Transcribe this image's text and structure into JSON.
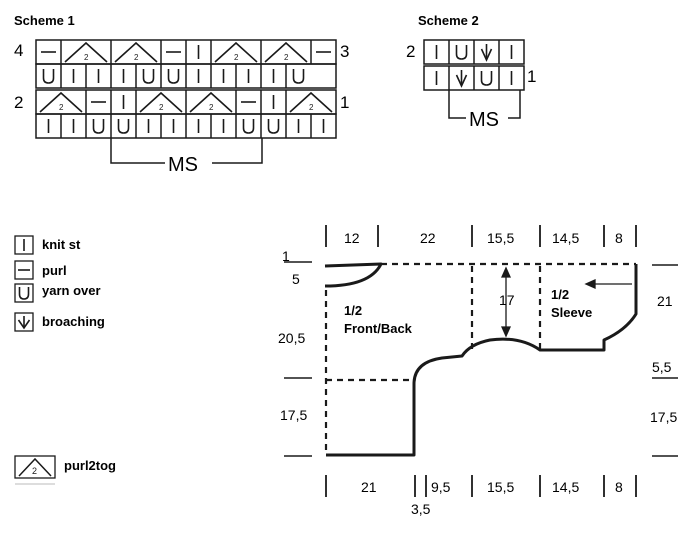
{
  "scheme1": {
    "title": "Scheme 1",
    "row_numbers": [
      "4",
      "3",
      "2",
      "1"
    ],
    "ms_label": "MS",
    "rows": [
      [
        "purl",
        "p2t",
        "p2t",
        "purl",
        "knit",
        "p2t",
        "p2t",
        "purl"
      ],
      [
        "yo",
        "knit",
        "knit",
        "knit",
        "yo",
        "yo",
        "knit",
        "knit",
        "knit",
        "knit",
        "yo"
      ],
      [
        "p2t",
        "purl",
        "knit",
        "p2t",
        "p2t",
        "purl",
        "knit",
        "p2t"
      ],
      [
        "knit",
        "knit",
        "yo",
        "yo",
        "knit",
        "knit",
        "knit",
        "knit",
        "yo",
        "yo",
        "knit",
        "knit"
      ]
    ]
  },
  "scheme2": {
    "title": "Scheme 2",
    "row_numbers": [
      "2",
      "1"
    ],
    "ms_label": "MS",
    "rows": [
      [
        "knit",
        "yo",
        "broach",
        "knit"
      ],
      [
        "knit",
        "broach",
        "yo",
        "knit"
      ]
    ]
  },
  "legend": [
    {
      "icon": "knit",
      "label": "knit st"
    },
    {
      "icon": "purl",
      "label": "purl"
    },
    {
      "icon": "yo",
      "label": "yarn over"
    },
    {
      "icon": "broach",
      "label": "broaching"
    },
    {
      "icon": "p2t",
      "label": "purl2tog"
    }
  ],
  "schematic": {
    "top_dims": [
      "12",
      "22",
      "15,5",
      "14,5",
      "8"
    ],
    "bottom_dims": [
      "21",
      "9,5",
      "15,5",
      "14,5",
      "8"
    ],
    "bottom_sub": "3,5",
    "left_dims": [
      "1",
      "5",
      "20,5",
      "17,5"
    ],
    "right_dims": [
      "21",
      "5,5",
      "17,5"
    ],
    "inner_dim": "17",
    "label_front_line1": "1/2",
    "label_front_line2": "Front/Back",
    "label_sleeve_line1": "1/2",
    "label_sleeve_line2": "Sleeve"
  },
  "colors": {
    "ink": "#1a1a1a",
    "background": "#ffffff"
  }
}
